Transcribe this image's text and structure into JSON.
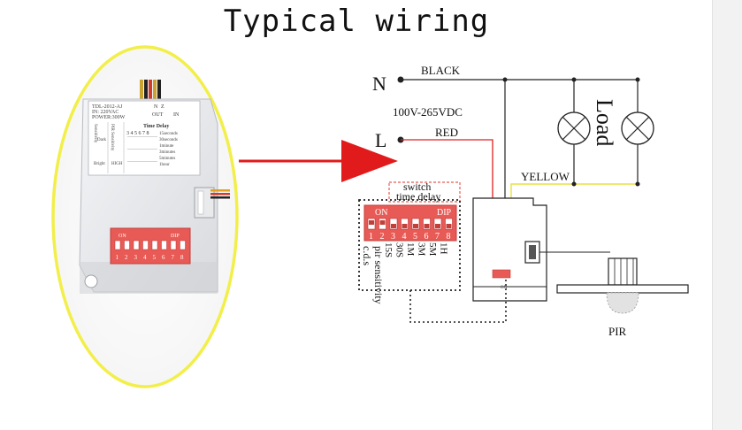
{
  "title": "Typical wiring",
  "device": {
    "model_lines": [
      "TDL-2012-AJ",
      "IN: 220VAC",
      "POWER:300W"
    ],
    "terminals": [
      "N",
      "Z",
      "OUT",
      "IN"
    ],
    "sensitivity_label": "Sensitivity",
    "dark_label": "Dark",
    "bright_label": "Bright",
    "pir_label": "PIR Sensitivity",
    "high_label": "HIGH",
    "time_delay_title": "Time Delay",
    "time_delay_numbers": "3 4 5 6 7 8",
    "time_options": [
      "15seconds",
      "30seconds",
      "1minute",
      "3minutes",
      "5minutes",
      "1hour"
    ],
    "dip_on": "ON",
    "dip_label": "DIP",
    "dip_numbers": [
      "1",
      "2",
      "3",
      "4",
      "5",
      "6",
      "7",
      "8"
    ]
  },
  "wiring": {
    "n_label": "N",
    "l_label": "L",
    "black_label": "BLACK",
    "red_label": "RED",
    "yellow_label": "YELLOW",
    "voltage_label": "100V-265VDC",
    "load_label": "Load",
    "pir_label": "PIR",
    "switch_label": "switch",
    "time_delay_label": "time delay",
    "cds_label": "c.d.s",
    "pir_sensitivity_label": "pir sensitivity",
    "dip_on": "ON",
    "dip_label": "DIP",
    "dip_numbers": [
      "1",
      "2",
      "3",
      "4",
      "5",
      "6",
      "7",
      "8"
    ],
    "time_values": [
      "15S",
      "30S",
      "1M",
      "3M",
      "5M",
      "1H"
    ]
  },
  "colors": {
    "yellow_ring": "#f2ef4a",
    "arrow_red": "#e11b1b",
    "dip_red": "#e85a55",
    "red_wire": "#e02020",
    "yellow_wire": "#e8e040"
  }
}
